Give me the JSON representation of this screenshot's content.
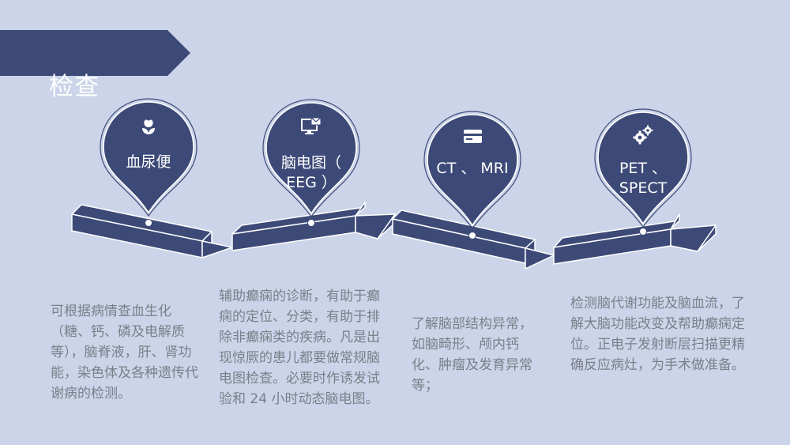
{
  "title": "检查",
  "colors": {
    "background": "#cbd4e8",
    "primary": "#3d4a78",
    "text": "#7a7f8a"
  },
  "steps": [
    {
      "icon": "flower-icon",
      "label": "血尿便",
      "description": "可根据病情查血生化（糖、钙、磷及电解质等），脑脊液，肝、肾功能，染色体及各种遗传代谢病的检测。"
    },
    {
      "icon": "monitor-mail-icon",
      "label": "脑电图（ EEG ）",
      "description": "辅助癫痫的诊断，有助于癫痫的定位、分类，有助于排除非癫痫类的疾病。凡是出现惊厥的患儿都要做常规脑电图检查。必要时作诱发试验和 24 小时动态脑电图。"
    },
    {
      "icon": "credit-card-icon",
      "label": "CT 、 MRI",
      "description": "了解脑部结构异常，如脑畸形、颅内钙化、肿瘤及发育异常等；"
    },
    {
      "icon": "gears-icon",
      "label": "PET 、 SPECT",
      "description": "检测脑代谢功能及脑血流，了解大脑功能改变及帮助癫痫定位。正电子发射断层扫描更精确反应病灶，为手术做准备。"
    }
  ]
}
